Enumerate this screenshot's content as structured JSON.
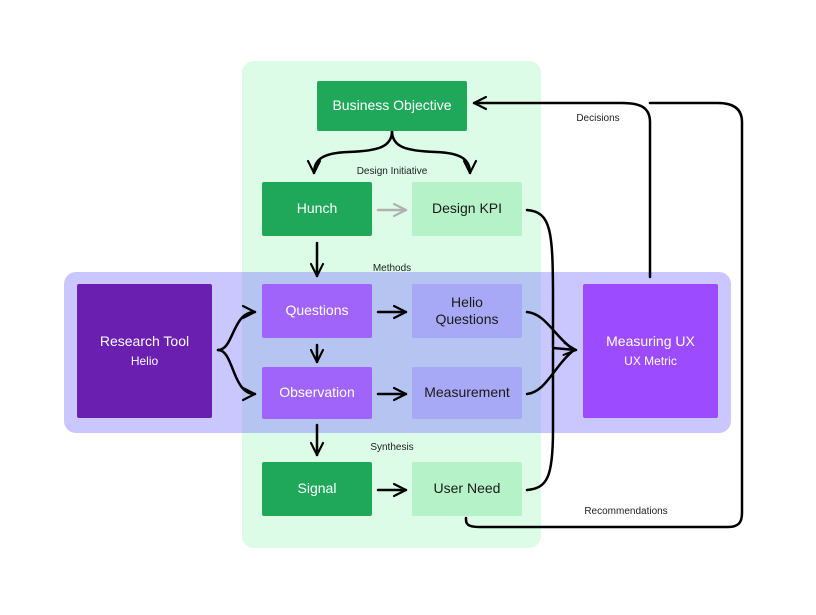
{
  "nodes": {
    "business_objective": "Business Objective",
    "hunch": "Hunch",
    "design_kpi": "Design KPI",
    "questions": "Questions",
    "helio_questions_line1": "Helio",
    "helio_questions_line2": "Questions",
    "observation": "Observation",
    "measurement": "Measurement",
    "signal": "Signal",
    "user_need": "User Need",
    "research_tool": "Research Tool",
    "research_tool_sub": "Helio",
    "measuring_ux": "Measuring UX",
    "measuring_ux_sub": "UX Metric"
  },
  "labels": {
    "design_initiative": "Design Initiative",
    "methods": "Methods",
    "synthesis": "Synthesis",
    "decisions": "Decisions",
    "recommendations": "Recommendations"
  },
  "colors": {
    "dark_green": "#1fa85a",
    "light_green": "#b6f2c8",
    "violet": "#a064fb",
    "lavender": "#a8a9f6",
    "deep_purple": "#6b1fb0",
    "bright_purple": "#9c4bff",
    "arrow": "#000000",
    "arrow_muted": "#b0b0b0"
  }
}
